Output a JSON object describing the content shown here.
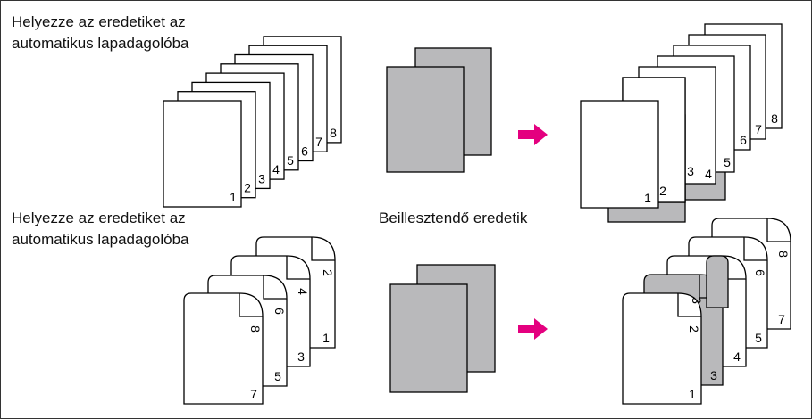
{
  "captions": {
    "top_left": [
      "Helyezze az eredetiket az",
      "automatikus lapadagolóba"
    ],
    "bottom_left": [
      "Helyezze az eredetiket az",
      "automatikus lapadagolóba"
    ],
    "center": "Beillesztendő eredetik"
  },
  "rows": {
    "top": {
      "originals": [
        "1",
        "2",
        "3",
        "4",
        "5",
        "6",
        "7",
        "8"
      ],
      "result": [
        "1",
        "2",
        "3",
        "4",
        "5",
        "6",
        "7",
        "8"
      ]
    },
    "bottom": {
      "originals": [
        "1",
        "2",
        "3",
        "4",
        "5",
        "6",
        "7",
        "8"
      ],
      "result": [
        "1",
        "2",
        "3",
        "4",
        "5",
        "6",
        "7",
        "8"
      ]
    }
  },
  "colors": {
    "insert_sheet": "#b9b9bb",
    "arrow": "#e4007f",
    "page": "#ffffff",
    "border": "#333333"
  }
}
